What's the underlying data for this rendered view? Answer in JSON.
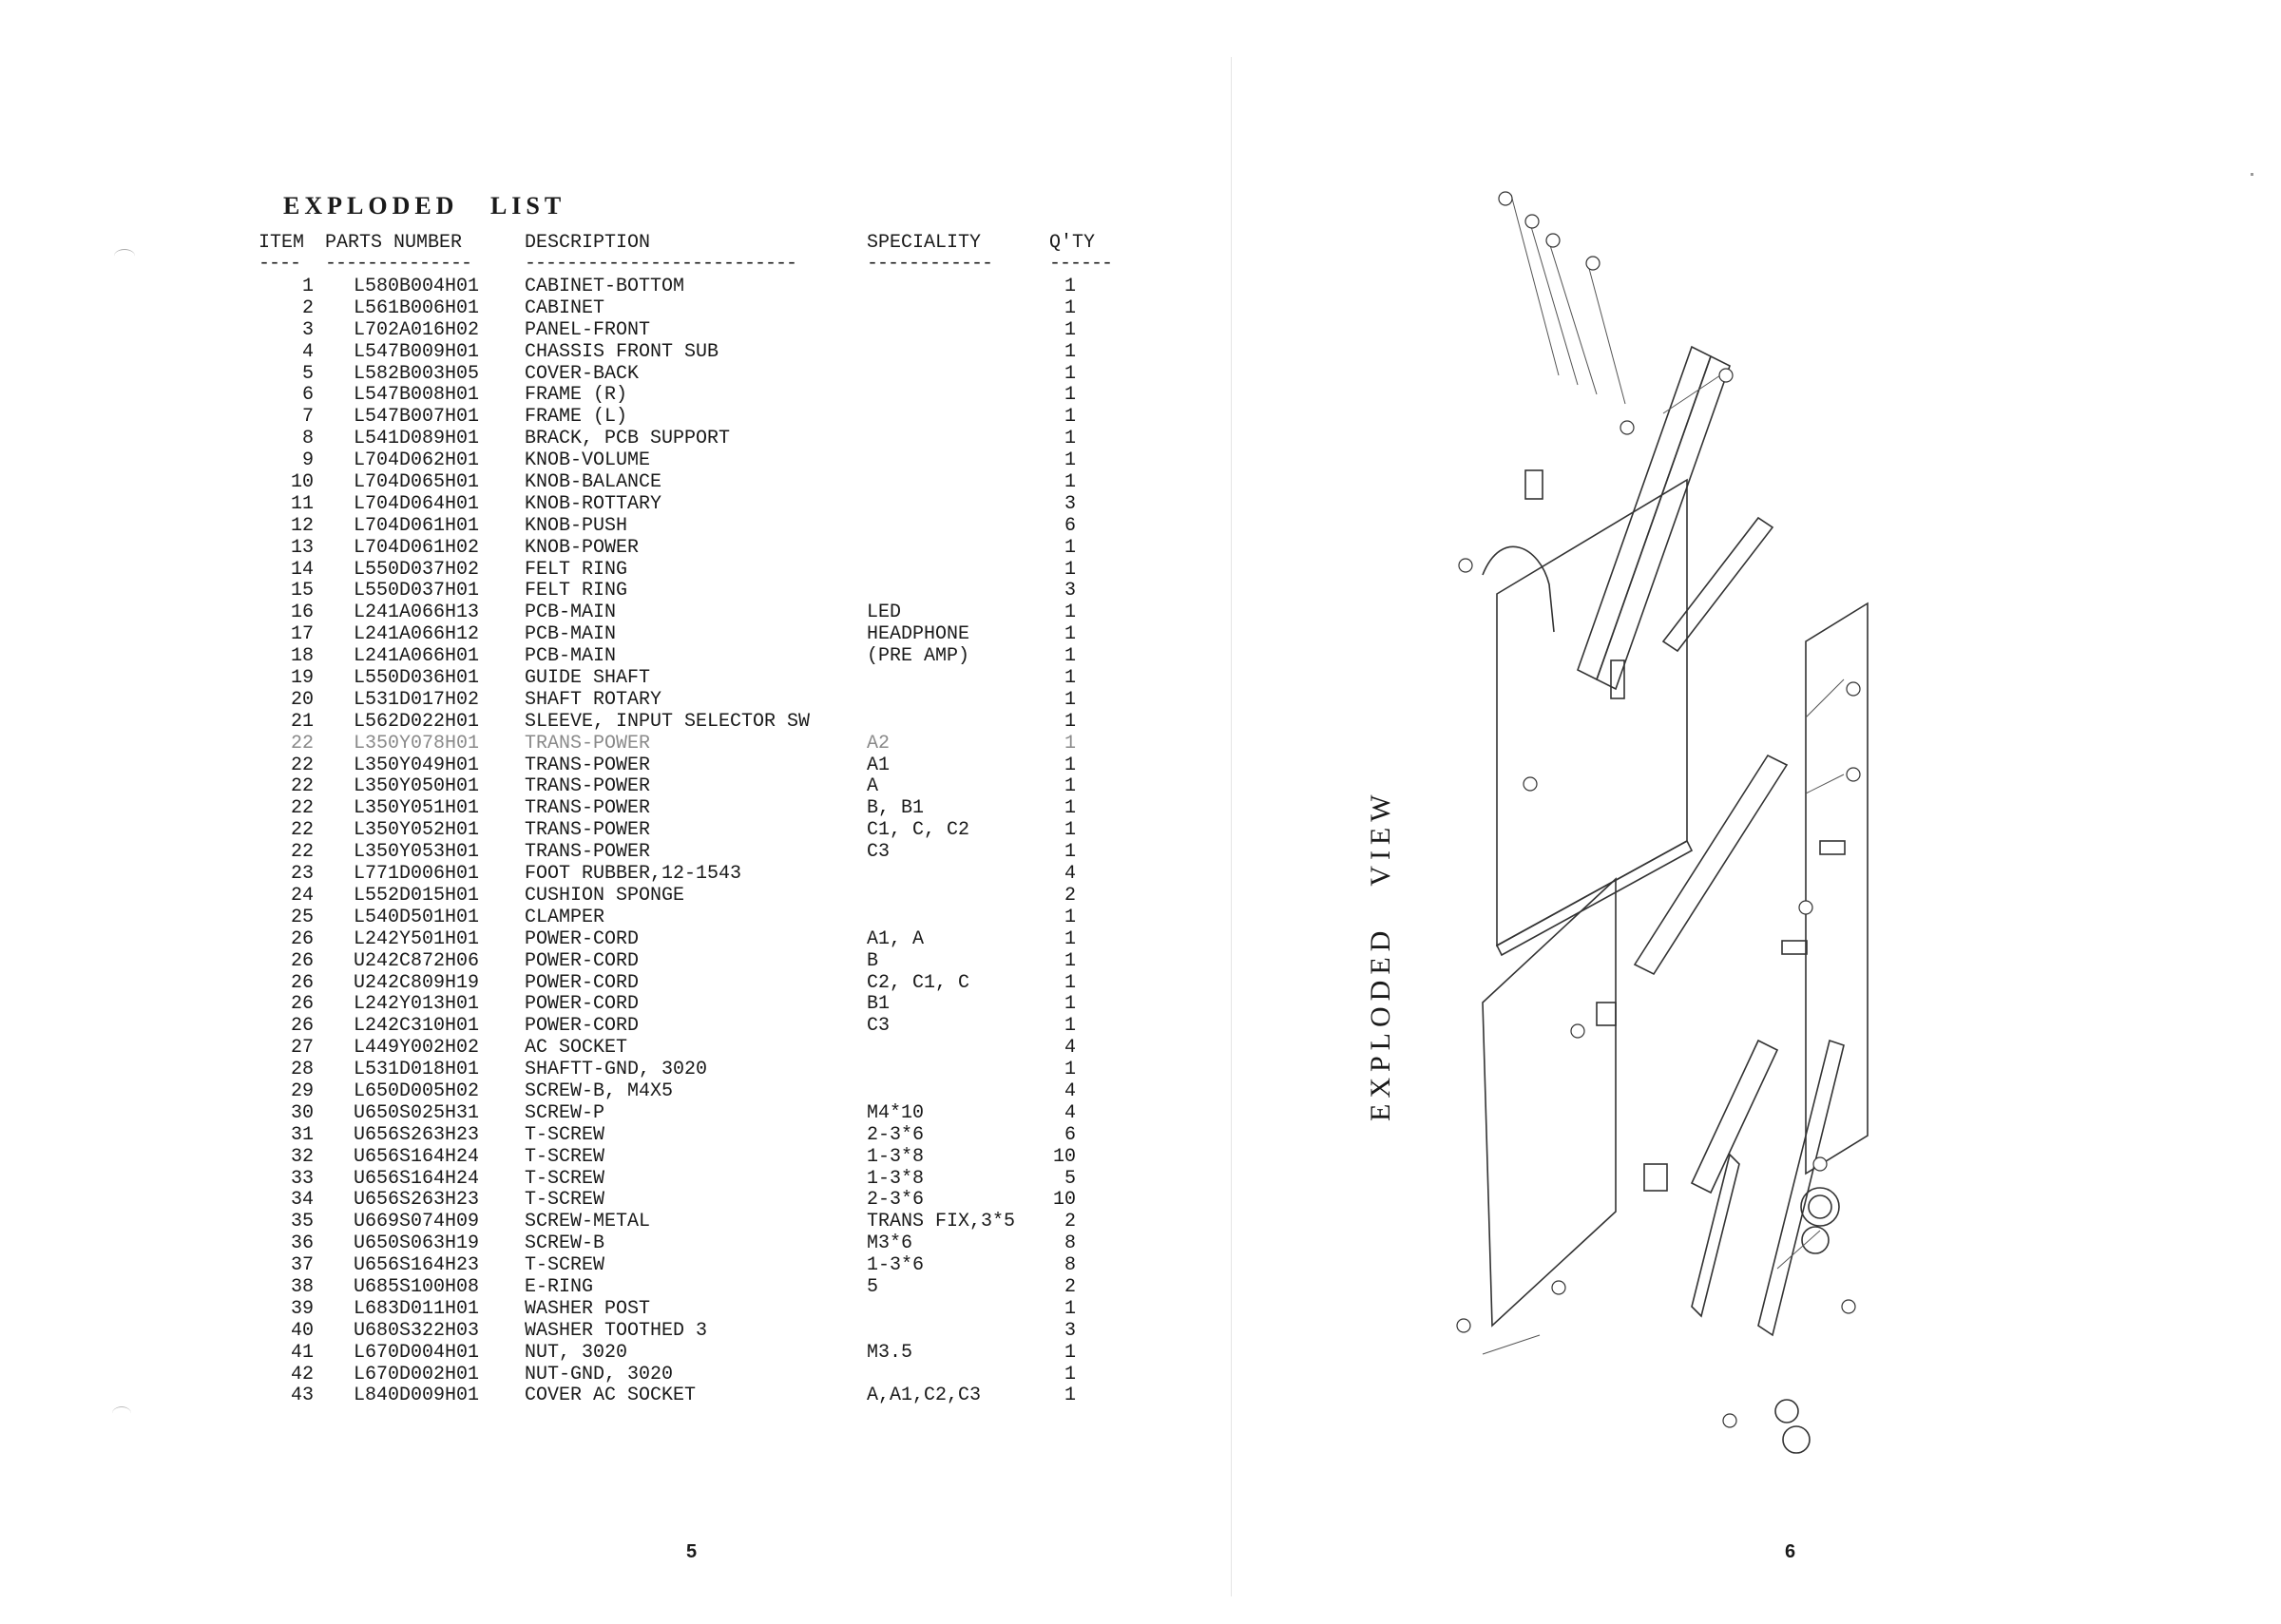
{
  "list_title": "EXPLODED LIST",
  "columns": {
    "item": "ITEM",
    "parts_number": "PARTS NUMBER",
    "description": "DESCRIPTION",
    "speciality": "SPECIALITY",
    "qty": "Q'TY"
  },
  "dashes": {
    "item": "----",
    "parts_number": "--------------",
    "description": "--------------------------",
    "speciality": "------------",
    "qty": "------"
  },
  "rows": [
    {
      "item": "1",
      "part": "L580B004H01",
      "desc": "CABINET-BOTTOM",
      "spec": "",
      "qty": "1"
    },
    {
      "item": "2",
      "part": "L561B006H01",
      "desc": "CABINET",
      "spec": "",
      "qty": "1"
    },
    {
      "item": "3",
      "part": "L702A016H02",
      "desc": "PANEL-FRONT",
      "spec": "",
      "qty": "1"
    },
    {
      "item": "4",
      "part": "L547B009H01",
      "desc": "CHASSIS FRONT SUB",
      "spec": "",
      "qty": "1"
    },
    {
      "item": "5",
      "part": "L582B003H05",
      "desc": "COVER-BACK",
      "spec": "",
      "qty": "1"
    },
    {
      "item": "6",
      "part": "L547B008H01",
      "desc": "FRAME (R)",
      "spec": "",
      "qty": "1"
    },
    {
      "item": "7",
      "part": "L547B007H01",
      "desc": "FRAME (L)",
      "spec": "",
      "qty": "1"
    },
    {
      "item": "8",
      "part": "L541D089H01",
      "desc": "BRACK, PCB SUPPORT",
      "spec": "",
      "qty": "1"
    },
    {
      "item": "9",
      "part": "L704D062H01",
      "desc": "KNOB-VOLUME",
      "spec": "",
      "qty": "1"
    },
    {
      "item": "10",
      "part": "L704D065H01",
      "desc": "KNOB-BALANCE",
      "spec": "",
      "qty": "1"
    },
    {
      "item": "11",
      "part": "L704D064H01",
      "desc": "KNOB-ROTTARY",
      "spec": "",
      "qty": "3"
    },
    {
      "item": "12",
      "part": "L704D061H01",
      "desc": "KNOB-PUSH",
      "spec": "",
      "qty": "6"
    },
    {
      "item": "13",
      "part": "L704D061H02",
      "desc": "KNOB-POWER",
      "spec": "",
      "qty": "1"
    },
    {
      "item": "14",
      "part": "L550D037H02",
      "desc": "FELT RING",
      "spec": "",
      "qty": "1"
    },
    {
      "item": "15",
      "part": "L550D037H01",
      "desc": "FELT RING",
      "spec": "",
      "qty": "3"
    },
    {
      "item": "16",
      "part": "L241A066H13",
      "desc": "PCB-MAIN",
      "spec": "LED",
      "qty": "1"
    },
    {
      "item": "17",
      "part": "L241A066H12",
      "desc": "PCB-MAIN",
      "spec": "HEADPHONE",
      "qty": "1"
    },
    {
      "item": "18",
      "part": "L241A066H01",
      "desc": "PCB-MAIN",
      "spec": " (PRE AMP)",
      "qty": "1"
    },
    {
      "item": "19",
      "part": "L550D036H01",
      "desc": "GUIDE SHAFT",
      "spec": "",
      "qty": "1"
    },
    {
      "item": "20",
      "part": "L531D017H02",
      "desc": "SHAFT ROTARY",
      "spec": "",
      "qty": "1"
    },
    {
      "item": "21",
      "part": "L562D022H01",
      "desc": "SLEEVE, INPUT SELECTOR SW",
      "spec": "",
      "qty": "1"
    },
    {
      "item": "22",
      "part": "L350Y078H01",
      "desc": "TRANS-POWER",
      "spec": "A2",
      "qty": "1"
    },
    {
      "item": "22",
      "part": "L350Y049H01",
      "desc": "TRANS-POWER",
      "spec": "A1",
      "qty": "1"
    },
    {
      "item": "22",
      "part": "L350Y050H01",
      "desc": "TRANS-POWER",
      "spec": "A",
      "qty": "1"
    },
    {
      "item": "22",
      "part": "L350Y051H01",
      "desc": "TRANS-POWER",
      "spec": "B, B1",
      "qty": "1"
    },
    {
      "item": "22",
      "part": "L350Y052H01",
      "desc": "TRANS-POWER",
      "spec": "C1, C, C2",
      "qty": "1"
    },
    {
      "item": "22",
      "part": "L350Y053H01",
      "desc": "TRANS-POWER",
      "spec": "C3",
      "qty": "1"
    },
    {
      "item": "23",
      "part": "L771D006H01",
      "desc": "FOOT RUBBER,12-1543",
      "spec": "",
      "qty": "4"
    },
    {
      "item": "24",
      "part": "L552D015H01",
      "desc": "CUSHION SPONGE",
      "spec": "",
      "qty": "2"
    },
    {
      "item": "25",
      "part": "L540D501H01",
      "desc": "CLAMPER",
      "spec": "",
      "qty": "1"
    },
    {
      "item": "26",
      "part": "L242Y501H01",
      "desc": "POWER-CORD",
      "spec": "A1, A",
      "qty": "1"
    },
    {
      "item": "26",
      "part": "U242C872H06",
      "desc": "POWER-CORD",
      "spec": "B",
      "qty": "1"
    },
    {
      "item": "26",
      "part": "U242C809H19",
      "desc": "POWER-CORD",
      "spec": "C2, C1, C",
      "qty": "1"
    },
    {
      "item": "26",
      "part": "L242Y013H01",
      "desc": "POWER-CORD",
      "spec": "B1",
      "qty": "1"
    },
    {
      "item": "26",
      "part": "L242C310H01",
      "desc": "POWER-CORD",
      "spec": "C3",
      "qty": "1"
    },
    {
      "item": "27",
      "part": "L449Y002H02",
      "desc": "AC SOCKET",
      "spec": "",
      "qty": "4"
    },
    {
      "item": "28",
      "part": "L531D018H01",
      "desc": "SHAFTT-GND, 3020",
      "spec": "",
      "qty": "1"
    },
    {
      "item": "29",
      "part": "L650D005H02",
      "desc": "SCREW-B, M4X5",
      "spec": "",
      "qty": "4"
    },
    {
      "item": "30",
      "part": "U650S025H31",
      "desc": "SCREW-P",
      "spec": "M4*10",
      "qty": "4"
    },
    {
      "item": "31",
      "part": "U656S263H23",
      "desc": "T-SCREW",
      "spec": "2-3*6",
      "qty": "6"
    },
    {
      "item": "32",
      "part": "U656S164H24",
      "desc": "T-SCREW",
      "spec": "1-3*8",
      "qty": "10"
    },
    {
      "item": "33",
      "part": "U656S164H24",
      "desc": "T-SCREW",
      "spec": "1-3*8",
      "qty": "5"
    },
    {
      "item": "34",
      "part": "U656S263H23",
      "desc": "T-SCREW",
      "spec": "2-3*6",
      "qty": "10"
    },
    {
      "item": "35",
      "part": "U669S074H09",
      "desc": "SCREW-METAL",
      "spec": "TRANS FIX,3*5",
      "qty": "2"
    },
    {
      "item": "36",
      "part": "U650S063H19",
      "desc": "SCREW-B",
      "spec": "M3*6",
      "qty": "8"
    },
    {
      "item": "37",
      "part": "U656S164H23",
      "desc": "T-SCREW",
      "spec": "1-3*6",
      "qty": "8"
    },
    {
      "item": "38",
      "part": "U685S100H08",
      "desc": "E-RING",
      "spec": "5",
      "qty": "2"
    },
    {
      "item": "39",
      "part": "L683D011H01",
      "desc": "WASHER POST",
      "spec": "",
      "qty": "1"
    },
    {
      "item": "40",
      "part": "U680S322H03",
      "desc": "WASHER TOOTHED 3",
      "spec": "",
      "qty": "3"
    },
    {
      "item": "41",
      "part": "L670D004H01",
      "desc": "NUT, 3020",
      "spec": "M3.5",
      "qty": "1"
    },
    {
      "item": "42",
      "part": "L670D002H01",
      "desc": "NUT-GND, 3020",
      "spec": "",
      "qty": "1"
    },
    {
      "item": "43",
      "part": "L840D009H01",
      "desc": "COVER AC SOCKET",
      "spec": "A,A1,C2,C3",
      "qty": "1"
    }
  ],
  "page_left": "5",
  "page_right": "6",
  "view_title": "EXPLODED VIEW"
}
